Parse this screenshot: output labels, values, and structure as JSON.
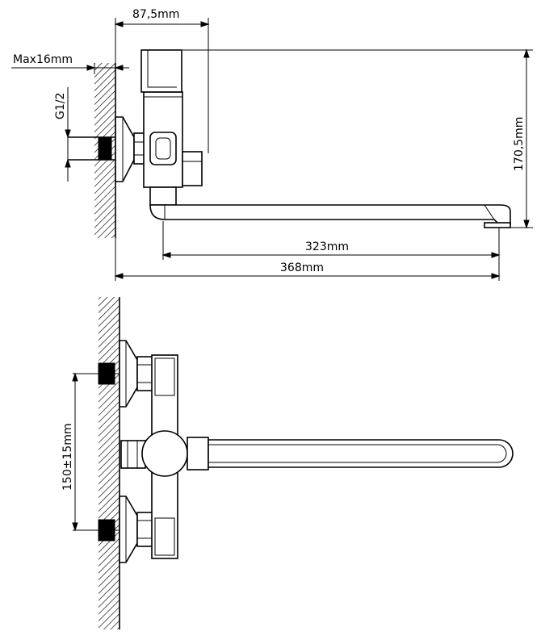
{
  "dimensions": {
    "wall_offset": "87,5mm",
    "wall_thickness": "Max16mm",
    "thread": "G1/2",
    "height": "170,5mm",
    "spout_reach": "323mm",
    "overall_length": "368mm",
    "inlet_spacing": "150±15mm"
  },
  "colors": {
    "line": "#000000",
    "background": "#ffffff"
  }
}
